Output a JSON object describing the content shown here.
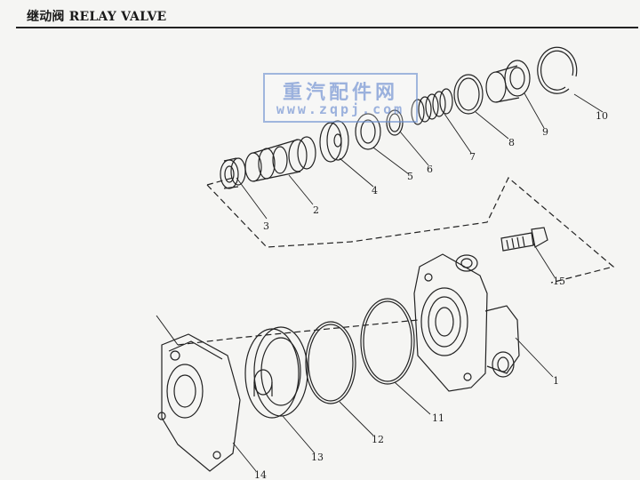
{
  "header": {
    "title_cn": "继动阀",
    "title_en": "RELAY VALVE"
  },
  "watermark": {
    "cn": "重汽配件网",
    "url": "www.zqpj.com"
  },
  "callouts": [
    "1",
    "2",
    "3",
    "4",
    "5",
    "6",
    "7",
    "8",
    "9",
    "10",
    "11",
    "12",
    "13",
    "14",
    "15"
  ]
}
